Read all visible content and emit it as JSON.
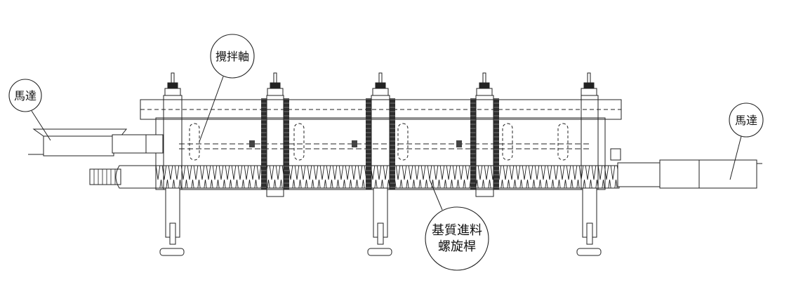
{
  "labels": {
    "motor_left": "馬達",
    "mixing_shaft": "攪拌軸",
    "motor_right": "馬達",
    "screw_line1": "基質進料",
    "screw_line2": "螺旋桿"
  },
  "colors": {
    "line": "#222222",
    "dark_band": "#333333",
    "background": "#ffffff"
  }
}
